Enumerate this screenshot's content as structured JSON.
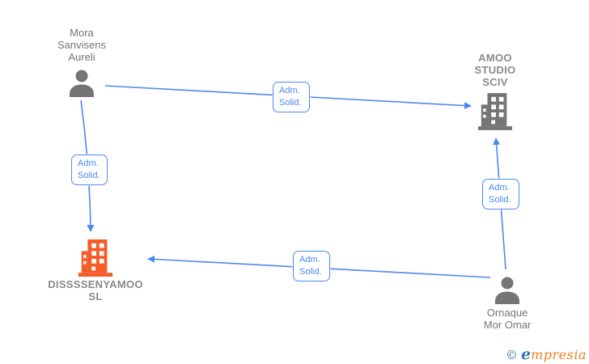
{
  "diagram": {
    "title": "corporate-relationship-graph",
    "background_color": "#ffffff",
    "edge_color": "#4b89f2",
    "person_icon_color": "#757575",
    "company_icon_color_default": "#757575",
    "company_icon_color_highlight": "#f75b28",
    "node_text_color": "#757575",
    "company_text_color": "#8a8a8a",
    "nodes": {
      "person_top": {
        "type": "person",
        "icon": "person-icon",
        "label": "Mora\nSanvisens\nAureli"
      },
      "company_right": {
        "type": "company",
        "icon": "building-icon",
        "label": "AMOO\nSTUDIO\nSCIV"
      },
      "company_left": {
        "type": "company",
        "icon": "building-icon",
        "label": "DISSSSENYAMOO\nSL"
      },
      "person_bottom": {
        "type": "person",
        "icon": "person-icon",
        "label": "Ornaque\nMor Omar"
      }
    },
    "edges": [
      {
        "from": "person_top",
        "to": "company_right",
        "label": "Adm.\nSolid."
      },
      {
        "from": "person_top",
        "to": "company_left",
        "label": "Adm.\nSolid."
      },
      {
        "from": "person_bottom",
        "to": "company_right",
        "label": "Adm.\nSolid."
      },
      {
        "from": "person_bottom",
        "to": "company_left",
        "label": "Adm.\nSolid."
      }
    ]
  },
  "footer": {
    "copyright": "©",
    "brand_initial": "e",
    "brand_rest": "mpresia",
    "copyright_color": "#2e7f95",
    "brand_initial_color": "#3277bb",
    "brand_rest_color": "#ef7d1e"
  }
}
